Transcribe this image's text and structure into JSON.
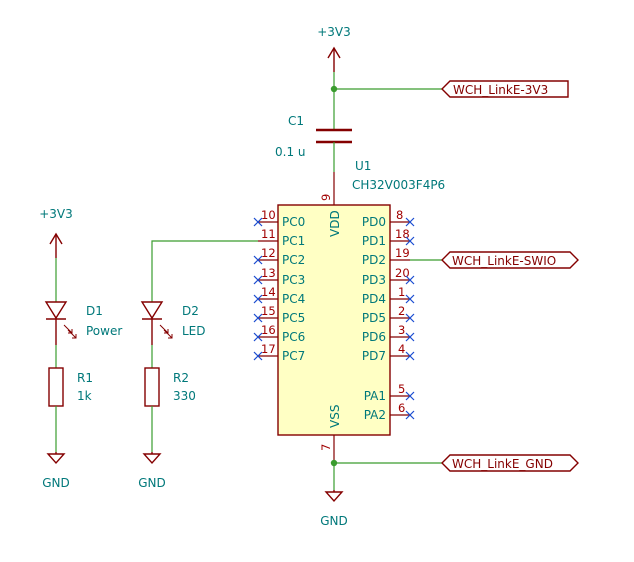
{
  "power": {
    "top_3v3": "+3V3",
    "led_3v3": "+3V3",
    "gnd_u1": "GND",
    "gnd_r1": "GND",
    "gnd_r2": "GND"
  },
  "capacitor": {
    "ref": "C1",
    "value": "0.1 u"
  },
  "mcu": {
    "ref": "U1",
    "value": "CH32V003F4P6",
    "vdd": {
      "name": "VDD",
      "num": "9"
    },
    "vss": {
      "name": "VSS",
      "num": "7"
    },
    "left_pins": [
      {
        "name": "PC0",
        "num": "10"
      },
      {
        "name": "PC1",
        "num": "11"
      },
      {
        "name": "PC2",
        "num": "12"
      },
      {
        "name": "PC3",
        "num": "13"
      },
      {
        "name": "PC4",
        "num": "14"
      },
      {
        "name": "PC5",
        "num": "15"
      },
      {
        "name": "PC6",
        "num": "16"
      },
      {
        "name": "PC7",
        "num": "17"
      }
    ],
    "right_pins": [
      {
        "name": "PD0",
        "num": "8"
      },
      {
        "name": "PD1",
        "num": "18"
      },
      {
        "name": "PD2",
        "num": "19"
      },
      {
        "name": "PD3",
        "num": "20"
      },
      {
        "name": "PD4",
        "num": "1"
      },
      {
        "name": "PD5",
        "num": "2"
      },
      {
        "name": "PD6",
        "num": "3"
      },
      {
        "name": "PD7",
        "num": "4"
      }
    ],
    "right_pins_a": [
      {
        "name": "PA1",
        "num": "5"
      },
      {
        "name": "PA2",
        "num": "6"
      }
    ]
  },
  "leds": [
    {
      "ref": "D1",
      "value": "Power"
    },
    {
      "ref": "D2",
      "value": "LED"
    }
  ],
  "resistors": [
    {
      "ref": "R1",
      "value": "1k"
    },
    {
      "ref": "R2",
      "value": "330"
    }
  ],
  "labels": {
    "link_3v3": "WCH_LinkE-3V3",
    "link_swio": "WCH_LinkE-SWIO",
    "link_gnd": "WCH_LinkE_GND"
  }
}
